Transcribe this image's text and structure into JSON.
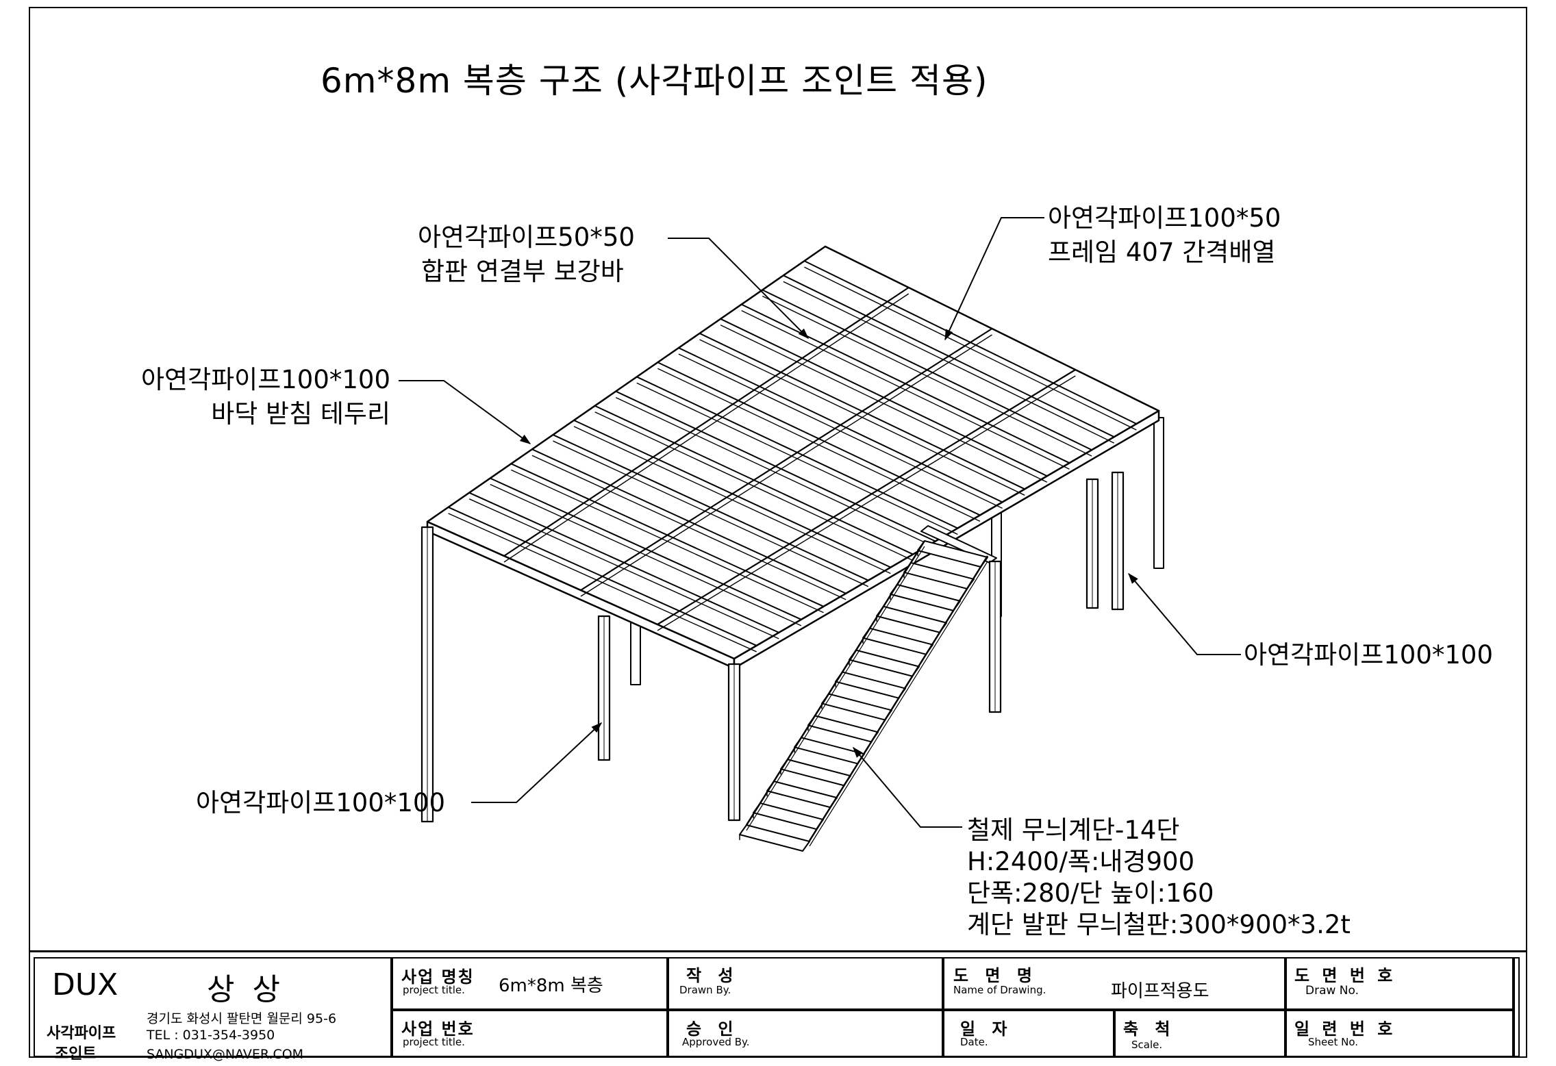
{
  "drawing": {
    "title": "6m*8m 복층 구조 (사각파이프 조인트 적용)",
    "callouts": {
      "brace": [
        "아연각파이프50*50",
        "합판 연결부 보강바"
      ],
      "frame": [
        "아연각파이프100*50",
        "프레임 407 간격배열"
      ],
      "rim": [
        "아연각파이프100*100",
        "바닥 받침 테두리"
      ],
      "post_right": [
        "아연각파이프100*100"
      ],
      "post_left": [
        "아연각파이프100*100"
      ],
      "stair": [
        "철제 무늬계단-14단",
        "H:2400/폭:내경900",
        "단폭:280/단 높이:160",
        "계단 발판 무늬철판:300*900*3.2t"
      ]
    },
    "stair_steps": 14
  },
  "title_block": {
    "company": {
      "brand": "DUX",
      "name": "상 상",
      "sub1": "사각파이프",
      "sub2": "조인트",
      "address": "경기도 화성시 팔탄면 월문리 95-6",
      "tel": "TEL : 031-354-3950",
      "email": "SANGDUX@NAVER.COM"
    },
    "project_name": {
      "ko": "사업 명칭",
      "en": "project title.",
      "value": "6m*8m 복층"
    },
    "project_no": {
      "ko": "사업 번호",
      "en": "project title.",
      "value": ""
    },
    "drawn_by": {
      "ko": "작 성",
      "en": "Drawn By.",
      "value": ""
    },
    "approved_by": {
      "ko": "승 인",
      "en": "Approved By.",
      "value": ""
    },
    "drawing_name": {
      "ko": "도 면 명",
      "en": "Name of Drawing.",
      "value": "파이프적용도"
    },
    "date": {
      "ko": "일 자",
      "en": "Date.",
      "value": ""
    },
    "scale": {
      "ko": "축 척",
      "en": "Scale.",
      "value": ""
    },
    "drawing_no": {
      "ko": "도 면 번 호",
      "en": "Draw No.",
      "value": ""
    },
    "sheet_no": {
      "ko": "일 련 번 호",
      "en": "Sheet No.",
      "value": ""
    }
  }
}
